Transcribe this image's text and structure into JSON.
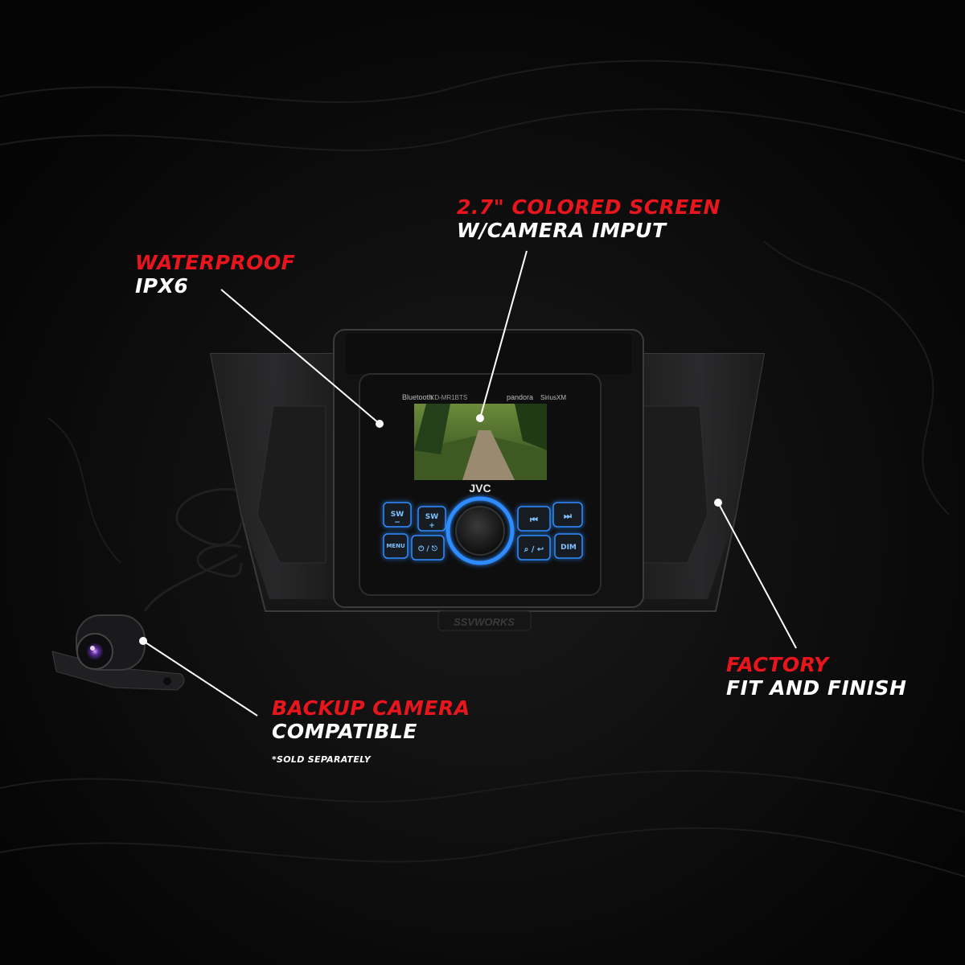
{
  "callouts": {
    "screen": {
      "title": "2.7\" COLORED SCREEN",
      "subtitle": "W/CAMERA IMPUT"
    },
    "waterproof": {
      "title": "WATERPROOF",
      "subtitle": "IPX6"
    },
    "factory": {
      "title": "FACTORY",
      "subtitle": "FIT AND FINISH"
    },
    "camera": {
      "title": "BACKUP CAMERA",
      "subtitle": "COMPATIBLE",
      "note": "*SOLD SEPARATELY"
    }
  },
  "radio": {
    "brand": "JVC",
    "model": "KD-MR1BTS",
    "bluetooth": "Bluetooth",
    "pandora": "pandora",
    "sirius": "SiriusXM",
    "buttons": {
      "sw_minus": "SW",
      "sw_plus": "SW",
      "prev": "⏮",
      "next": "⏭",
      "menu": "MENU",
      "power": "⏻ / ⎋",
      "search": "⌕ / ↩",
      "dim": "DIM"
    }
  },
  "enclosure_brand": "SSVWORKS",
  "colors": {
    "accent_red": "#e8161c",
    "text_white": "#ffffff",
    "backlight_blue": "#2f8cff",
    "background": "#0b0b0b"
  }
}
